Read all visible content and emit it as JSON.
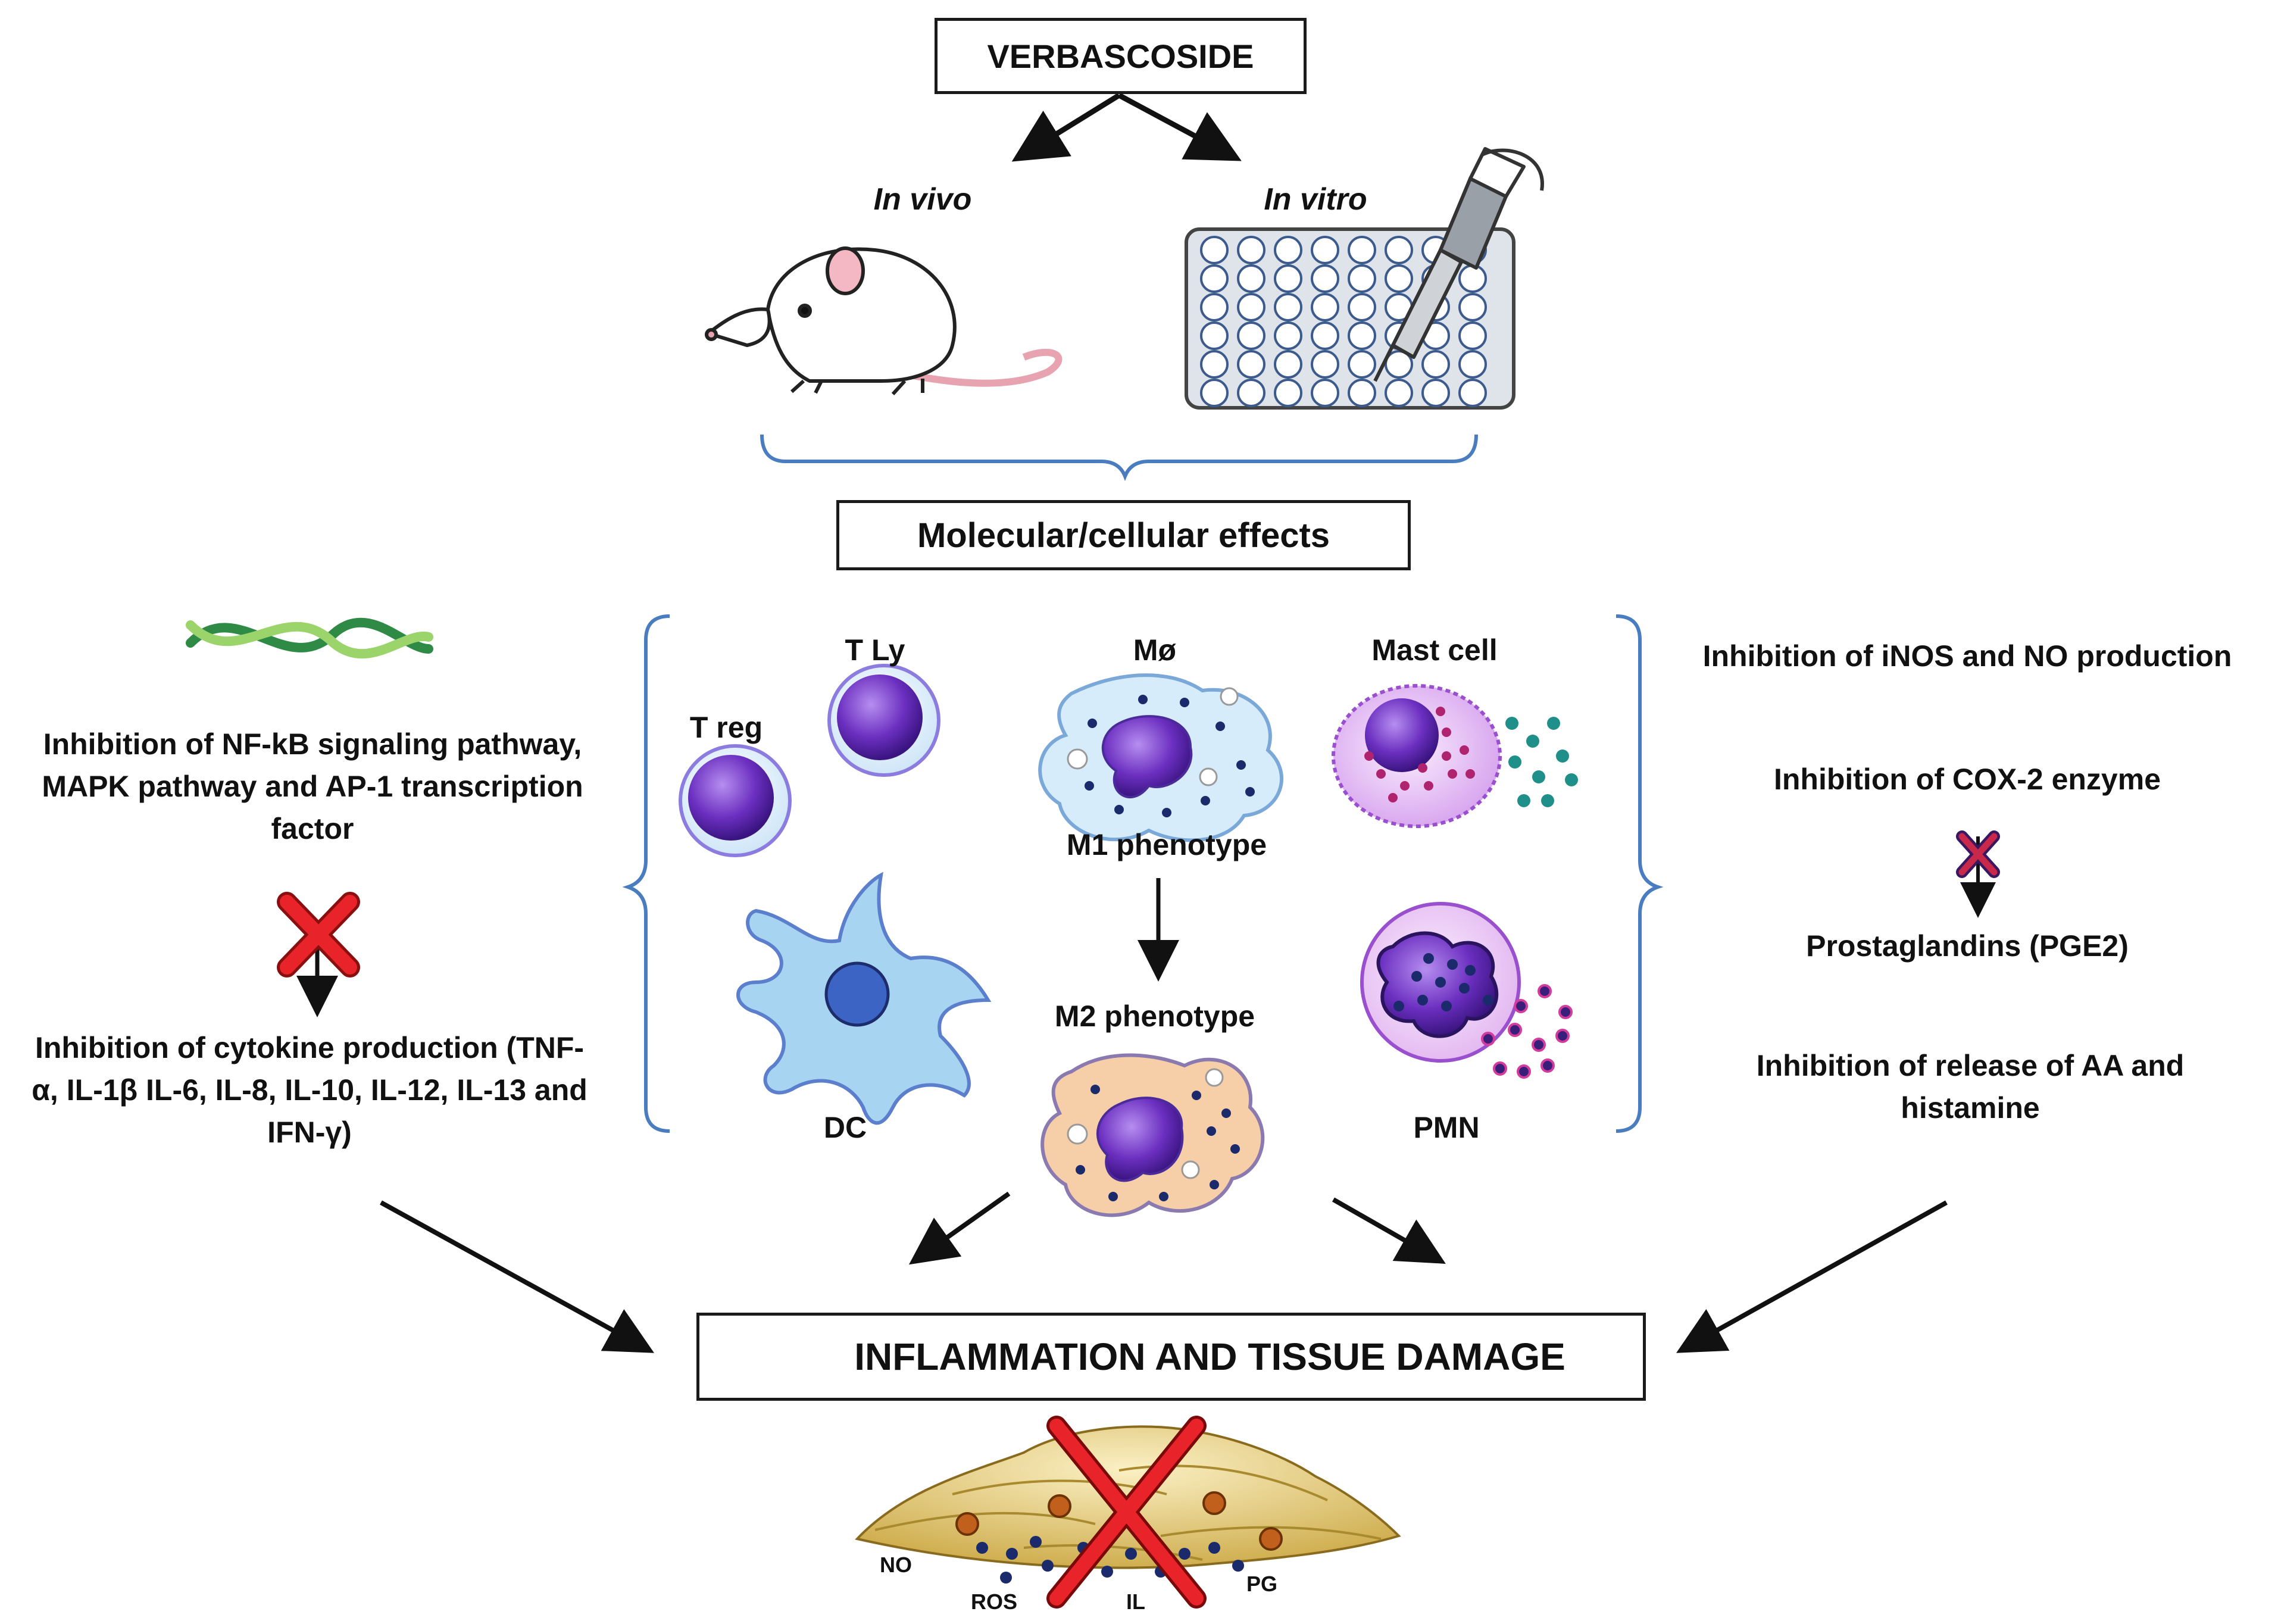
{
  "top": {
    "title": "VERBASCOSIDE",
    "in_vivo": "In vivo",
    "in_vitro": "In vitro"
  },
  "center": {
    "title": "Molecular/cellular effects",
    "cells": {
      "treg": "T reg",
      "tly": "T Ly",
      "macrophage": "Mø",
      "mast": "Mast cell",
      "m1": "M1 phenotype",
      "m2": "M2 phenotype",
      "dc": "DC",
      "pmn": "PMN"
    }
  },
  "left": {
    "pathway": "Inhibition of NF-kB signaling pathway, MAPK pathway and AP-1 transcription factor",
    "cytokines": "Inhibition of cytokine production (TNF-α, IL-1β IL-6, IL-8, IL-10, IL-12, IL-13 and IFN-γ)"
  },
  "right": {
    "inos": "Inhibition of iNOS and NO production",
    "cox2": "Inhibition of COX-2 enzyme",
    "pge2": "Prostaglandins (PGE2)",
    "aa": "Inhibition of release of AA and histamine"
  },
  "bottom": {
    "outcome": "INFLAMMATION AND TISSUE DAMAGE",
    "tissue_labels": {
      "no": "NO",
      "ros": "ROS",
      "il": "IL",
      "pg": "PG"
    }
  },
  "colors": {
    "bracket": "#4a7cc0",
    "cross": "#e8242a",
    "down_arrow": "#e02020",
    "nucleus_purple": "#6b2fc0",
    "dc_blue": "#a7d4f0",
    "m2_peach": "#f6cfa8",
    "mast_pink": "#e4b8f2",
    "tissue": "#e8cf7a",
    "dna_green": "#3fa35a"
  }
}
